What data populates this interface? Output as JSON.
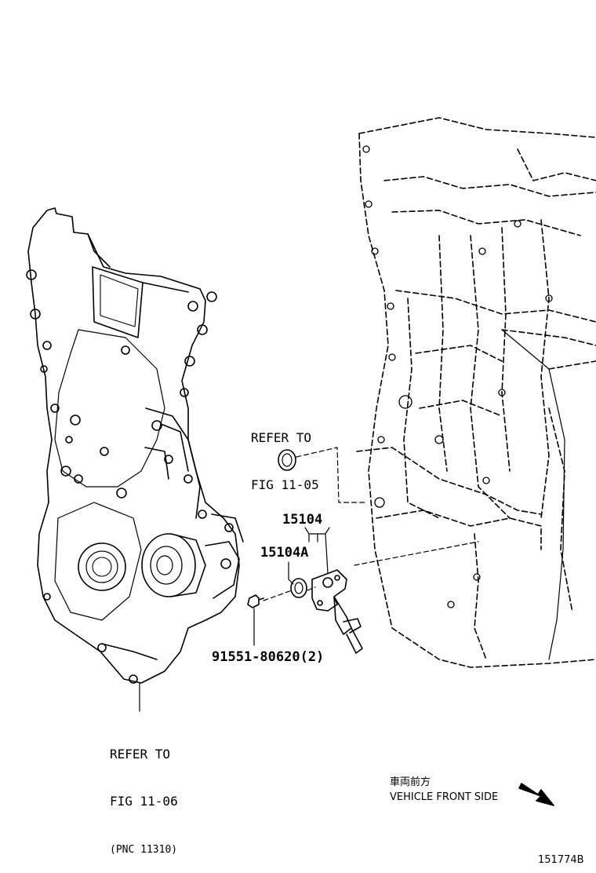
{
  "refs": {
    "ref_1105": {
      "line1": "REFER TO",
      "line2": "FIG 11-05"
    },
    "ref_1106": {
      "line1": "REFER TO",
      "line2": "FIG 11-06",
      "line3": "(PNC 11310)"
    }
  },
  "parts": {
    "p15104": "15104",
    "p15104A": "15104A",
    "bolt": "91551-80620(2)"
  },
  "orientation": {
    "jp": "車両前方",
    "en": "VEHICLE FRONT SIDE"
  },
  "figure_id": "151774B",
  "colors": {
    "ink": "#000000",
    "paper": "#ffffff"
  }
}
